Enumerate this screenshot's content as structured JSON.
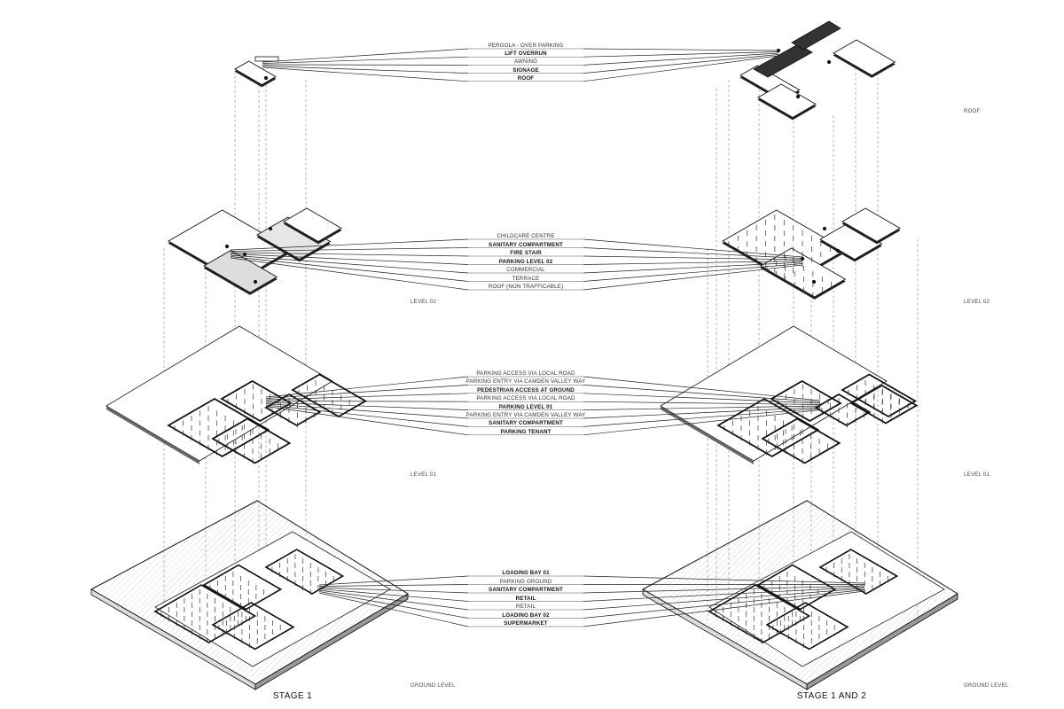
{
  "diagram": {
    "stages": {
      "left": "STAGE 1",
      "right": "STAGE 1 AND 2"
    },
    "level_labels": {
      "roof_right": "ROOF",
      "level02_left": "LEVEL 02",
      "level02_right": "LEVEL 02",
      "level01_left": "LEVEL 01",
      "level01_right": "LEVEL 01",
      "ground_left": "GROUND LEVEL",
      "ground_right": "GROUND LEVEL"
    },
    "roof_labels": [
      {
        "text": "PERGOLA - OVER PARKING",
        "bold": false
      },
      {
        "text": "LIFT OVERRUN",
        "bold": true
      },
      {
        "text": "AWNING",
        "bold": false
      },
      {
        "text": "SIGNAGE",
        "bold": true
      },
      {
        "text": "ROOF",
        "bold": true
      }
    ],
    "level02_labels": [
      {
        "text": "CHILDCARE CENTRE",
        "bold": false
      },
      {
        "text": "SANITARY COMPARTMENT",
        "bold": true
      },
      {
        "text": "FIRE STAIR",
        "bold": true
      },
      {
        "text": "PARKING LEVEL 02",
        "bold": true
      },
      {
        "text": "COMMERCIAL",
        "bold": false
      },
      {
        "text": "TERRACE",
        "bold": false
      },
      {
        "text": "ROOF (NON TRAFFICABLE)",
        "bold": false
      }
    ],
    "level01_labels": [
      {
        "text": "PARKING ACCESS VIA LOCAL ROAD",
        "bold": false
      },
      {
        "text": "PARKING ENTRY VIA CAMDEN VALLEY WAY",
        "bold": false
      },
      {
        "text": "PEDESTRIAN ACCESS AT GROUND",
        "bold": true
      },
      {
        "text": "PARKING ACCESS VIA LOCAL ROAD",
        "bold": false
      },
      {
        "text": "PARKING LEVEL 01",
        "bold": true
      },
      {
        "text": "PARKING ENTRY VIA CAMDEN VALLEY WAY",
        "bold": false
      },
      {
        "text": "SANITARY COMPARTMENT",
        "bold": true
      },
      {
        "text": "PARKING TENANT",
        "bold": true
      }
    ],
    "ground_labels": [
      {
        "text": "LOADING BAY 01",
        "bold": true
      },
      {
        "text": "PARKING GROUND",
        "bold": false
      },
      {
        "text": "SANITARY COMPARTMENT",
        "bold": true
      },
      {
        "text": "RETAIL",
        "bold": true
      },
      {
        "text": "RETAIL",
        "bold": false
      },
      {
        "text": "LOADING BAY 02",
        "bold": true
      },
      {
        "text": "SUPERMARKET",
        "bold": true
      }
    ]
  }
}
